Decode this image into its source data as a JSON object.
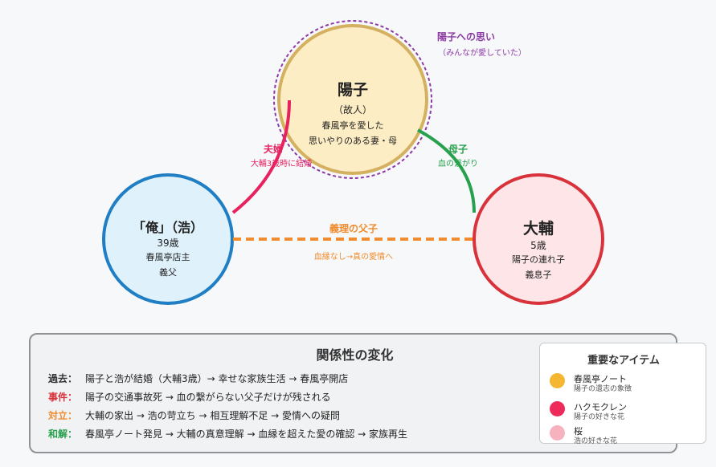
{
  "annotation_top": {
    "title": "陽子への思い",
    "subtitle": "（みんなが愛していた）"
  },
  "nodes": {
    "yoko": {
      "name": "陽子",
      "status": "（故人）",
      "desc1": "春風亭を愛した",
      "desc2": "思いやりのある妻・母",
      "fill": "#fdedc4",
      "stroke": "#d4b160"
    },
    "ore": {
      "name": "「俺」（浩）",
      "age": "39歳",
      "role1": "春風亭店主",
      "role2": "義父",
      "fill": "#dff1fb",
      "stroke": "#1f7ec4"
    },
    "daisuke": {
      "name": "大輔",
      "age": "5歳",
      "role1": "陽子の連れ子",
      "role2": "義息子",
      "fill": "#fde5e8",
      "stroke": "#d8323b"
    }
  },
  "links": {
    "couple": {
      "label": "夫婦",
      "sub": "大輔3歳時に結婚",
      "color": "#e8225f"
    },
    "mother_child": {
      "label": "母子",
      "sub": "血の繋がり",
      "color": "#27a14d"
    },
    "step": {
      "label": "義理の父子",
      "sub": "血縁なし→真の愛情へ",
      "color": "#f08c2d"
    },
    "halo_color": "#8e3aa6"
  },
  "changes": {
    "title": "関係性の変化",
    "rows": [
      {
        "key": "過去：",
        "text": "陽子と浩が結婚（大輔3歳）→ 幸せな家族生活 → 春風亭開店",
        "color": "#333333"
      },
      {
        "key": "事件：",
        "text": "陽子の交通事故死 → 血の繋がらない父子だけが残される",
        "color": "#d8323b"
      },
      {
        "key": "対立：",
        "text": "大輔の家出 → 浩の苛立ち → 相互理解不足 → 愛情への疑問",
        "color": "#f08c2d"
      },
      {
        "key": "和解：",
        "text": "春風亭ノート発見 → 大輔の真意理解 → 血縁を超えた愛の確認 → 家族再生",
        "color": "#27a14d"
      }
    ]
  },
  "legend": {
    "title": "重要なアイテム",
    "items": [
      {
        "label": "春風亭ノート",
        "sub": "陽子の遺志の象徴",
        "color": "#f5b731"
      },
      {
        "label": "ハクモクレン",
        "sub": "陽子の好きな花",
        "color": "#ee2a5b"
      },
      {
        "label": "桜",
        "sub": "浩の好きな花",
        "color": "#f7b2bf"
      }
    ]
  }
}
